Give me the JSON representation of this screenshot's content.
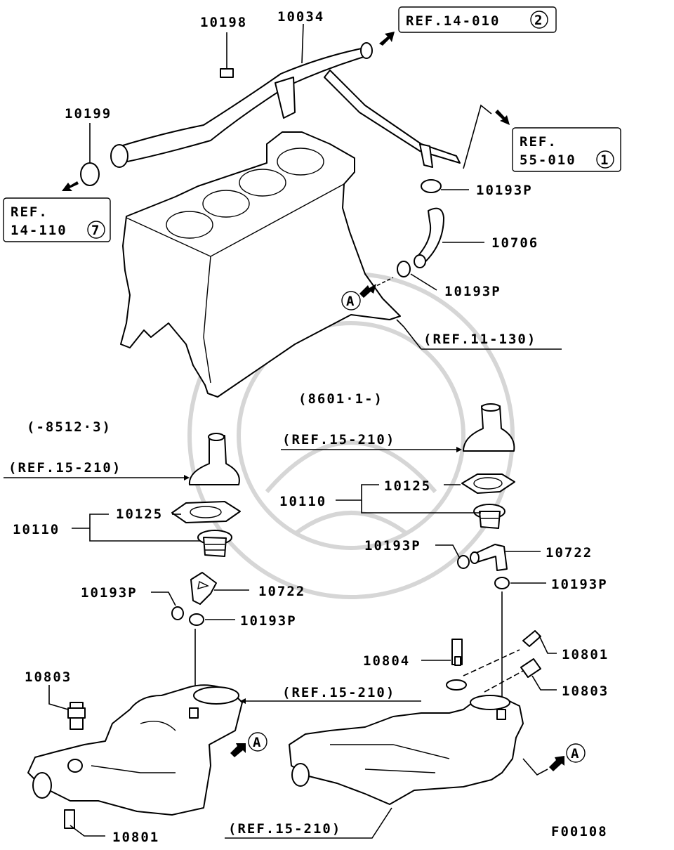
{
  "parts": {
    "p10198": "10198",
    "p10034": "10034",
    "p10199": "10199",
    "p10193P_a": "10193P",
    "p10706": "10706",
    "p10193P_b": "10193P",
    "p10125_l": "10125",
    "p10110_l": "10110",
    "p10193P_l1": "10193P",
    "p10722_l": "10722",
    "p10193P_l2": "10193P",
    "p10803_l": "10803",
    "p10801_l": "10801",
    "p10125_r": "10125",
    "p10110_r": "10110",
    "p10193P_r1": "10193P",
    "p10722_r": "10722",
    "p10193P_r2": "10193P",
    "p10804_r": "10804",
    "p10801_r": "10801",
    "p10803_r": "10803"
  },
  "refs": {
    "ref_14_010": {
      "text": "REF.14-010",
      "circle": "2"
    },
    "ref_55_010": {
      "line1": "REF.",
      "line2": "55-010",
      "circle": "1"
    },
    "ref_14_110": {
      "line1": "REF.",
      "line2": "14-110",
      "circle": "7"
    },
    "ref_11_130": "(REF.11-130)",
    "ref_15_210_a": "(REF.15-210)",
    "ref_15_210_b": "(REF.15-210)",
    "ref_15_210_c": "(REF.15-210)",
    "ref_15_210_d": "(REF.15-210)"
  },
  "dates": {
    "left": "(-8512·3)",
    "right": "(8601·1-)"
  },
  "markers": {
    "a1": "A",
    "a2": "A",
    "a3": "A"
  },
  "figure_code": "F00108"
}
